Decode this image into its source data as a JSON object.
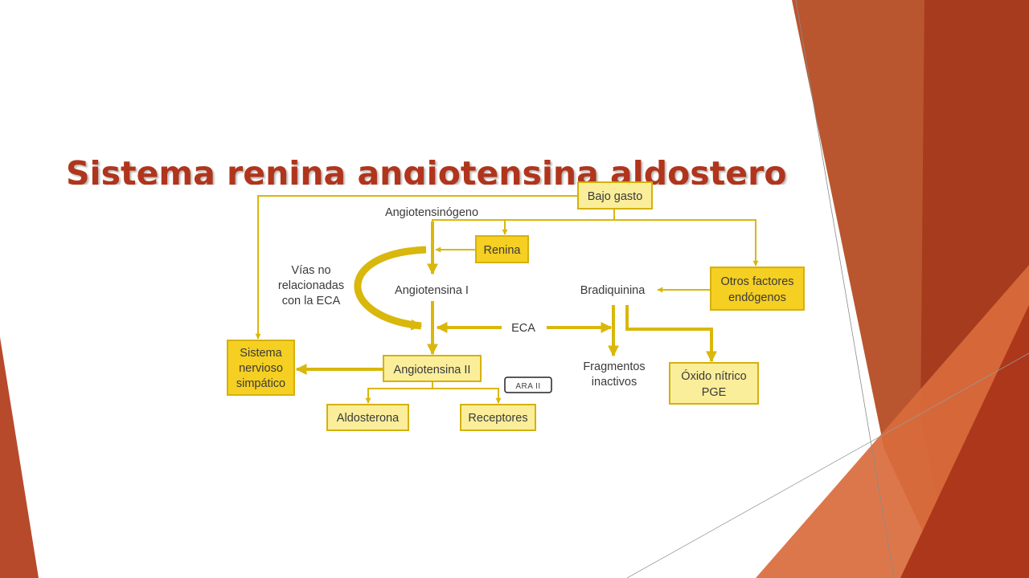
{
  "slide": {
    "title": "Sistema renina angiotensina aldosterona"
  },
  "theme": {
    "title_color": "#b0351c",
    "arrow_color": "#d9b70c",
    "box_fill_dark": "#f5cf22",
    "box_fill_light": "#fbee9a",
    "box_stroke": "#d5b10c",
    "decor_colors": [
      "#b84a2c",
      "#a53a1f",
      "#d86a3a",
      "#e7b4a4"
    ]
  },
  "diagram": {
    "nodes": {
      "bajo_gasto": "Bajo gasto",
      "renina": "Renina",
      "otros_factores": [
        "Otros factores",
        "endógenos"
      ],
      "sistema_nervioso": [
        "Sistema",
        "nervioso",
        "simpático"
      ],
      "angiotensina_ii": "Angiotensina II",
      "aldosterona": "Aldosterona",
      "receptores": "Receptores",
      "oxido_nitrico": [
        "Óxido nítrico",
        "PGE"
      ]
    },
    "labels": {
      "angiotensinogeno": "Angiotensinógeno",
      "vias_no_relacionadas": [
        "Vías no",
        "relacionadas",
        "con la ECA"
      ],
      "angiotensina_i": "Angiotensina I",
      "bradiquinina": "Bradiquinina",
      "eca": "ECA",
      "fragmentos_inactivos": [
        "Fragmentos",
        "inactivos"
      ]
    },
    "badge": "ARA II"
  }
}
